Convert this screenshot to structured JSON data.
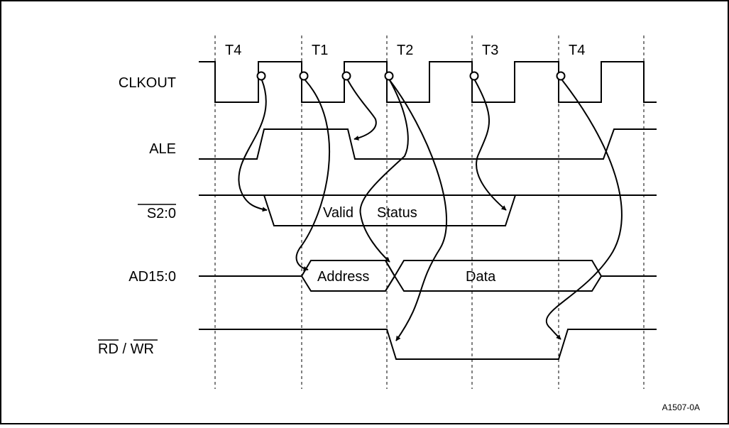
{
  "periods": [
    "T4",
    "T1",
    "T2",
    "T3",
    "T4"
  ],
  "signals": {
    "clkout": "CLKOUT",
    "ale": "ALE",
    "s20": "S2:0",
    "ad": "AD15:0",
    "rd": "RD",
    "slash": " / ",
    "wr": "WR"
  },
  "bus_labels": {
    "valid": "Valid",
    "status": "Status",
    "address": "Address",
    "data": "Data"
  },
  "figure_id": "A1507-0A"
}
